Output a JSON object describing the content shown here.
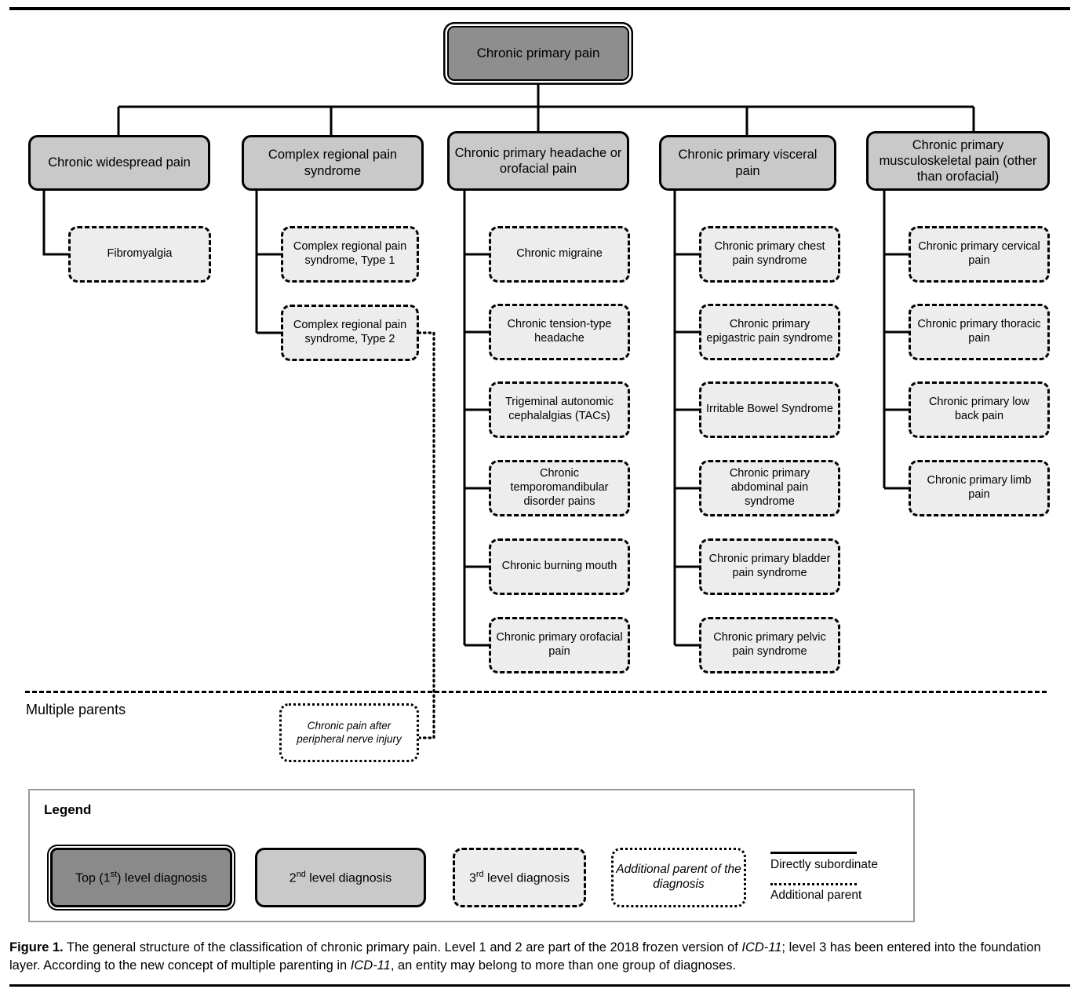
{
  "figure": {
    "root": {
      "label": "Chronic primary pain"
    },
    "branches": [
      {
        "label": "Chronic widespread pain",
        "children": [
          {
            "label": "Fibromyalgia"
          }
        ]
      },
      {
        "label": "Complex regional pain syndrome",
        "children": [
          {
            "label": "Complex regional pain syndrome, Type 1"
          },
          {
            "label": "Complex regional pain syndrome, Type 2"
          }
        ]
      },
      {
        "label": "Chronic primary headache or orofacial pain",
        "children": [
          {
            "label": "Chronic migraine"
          },
          {
            "label": "Chronic tension-type headache"
          },
          {
            "label": "Trigeminal autonomic cephalalgias (TACs)"
          },
          {
            "label": "Chronic temporomandibular disorder pains"
          },
          {
            "label": "Chronic burning mouth"
          },
          {
            "label": "Chronic primary orofacial pain"
          }
        ]
      },
      {
        "label": "Chronic primary visceral pain",
        "children": [
          {
            "label": "Chronic primary chest pain syndrome"
          },
          {
            "label": "Chronic primary epigastric pain syndrome"
          },
          {
            "label": "Irritable Bowel Syndrome"
          },
          {
            "label": "Chronic primary abdominal pain syndrome"
          },
          {
            "label": "Chronic primary bladder pain syndrome"
          },
          {
            "label": "Chronic primary pelvic pain syndrome"
          }
        ]
      },
      {
        "label": "Chronic primary musculoskeletal pain (other than orofacial)",
        "children": [
          {
            "label": "Chronic primary cervical pain"
          },
          {
            "label": "Chronic primary thoracic pain"
          },
          {
            "label": "Chronic primary low back pain"
          },
          {
            "label": "Chronic primary limb pain"
          }
        ]
      }
    ],
    "multiple_parents": {
      "section_label": "Multiple parents",
      "node": {
        "label": "Chronic pain after peripheral nerve injury"
      }
    }
  },
  "legend": {
    "title": "Legend",
    "items": [
      {
        "label_prefix": "Top (1",
        "label_sup": "st",
        "label_suffix": ")  level diagnosis"
      },
      {
        "label_prefix": "2",
        "label_sup": "nd",
        "label_suffix": " level diagnosis"
      },
      {
        "label_prefix": "3",
        "label_sup": "rd",
        "label_suffix": " level diagnosis"
      },
      {
        "label": "Additional parent of the diagnosis"
      }
    ],
    "line_solid_label": "Directly subordinate",
    "line_dotted_label": "Additional parent"
  },
  "caption": {
    "figure_number": "Figure 1.",
    "part1": " The general structure of the classification of chronic primary pain. Level 1 and 2 are part of the 2018 frozen version of ",
    "em1": "ICD-11",
    "part2": "; level 3 has been entered into the foundation layer. According to the new concept of multiple parenting in ",
    "em2": "ICD-11",
    "part3": ", an entity may belong to more than one group of diagnoses."
  },
  "colors": {
    "level1_fill": "#8e8e8e",
    "level2_fill": "#c9c9c9",
    "level3_fill": "#ededed",
    "extra_fill": "#ffffff",
    "line": "#000000",
    "legend_border": "#9a9a9a"
  }
}
